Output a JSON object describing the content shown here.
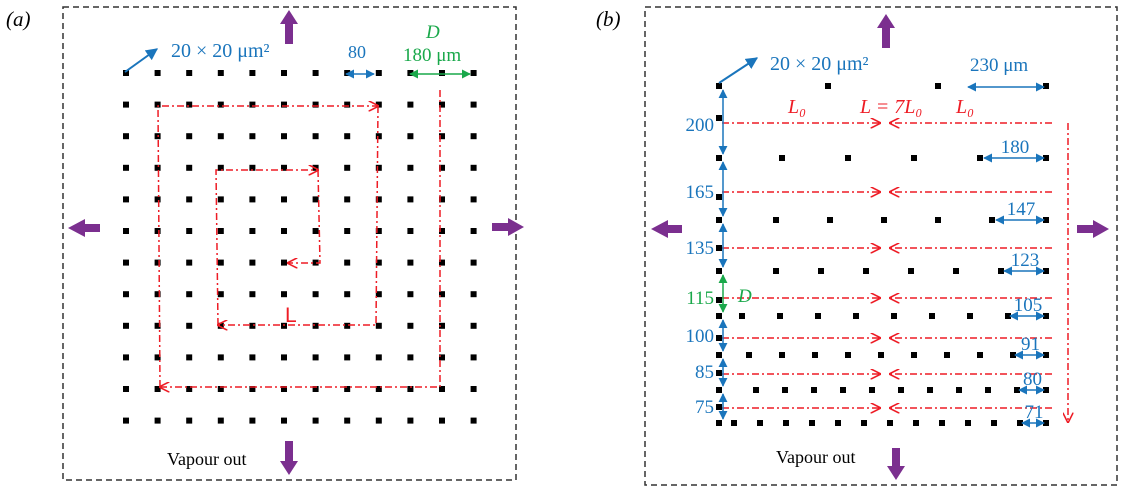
{
  "colors": {
    "pillar": "#000000",
    "blue": "#1a75bc",
    "green": "#19a84a",
    "red": "#ee1c25",
    "purple": "#7b2f8f",
    "border": "#333333"
  },
  "panel_a": {
    "label": "(a)",
    "pillar_size": "20 × 20 μm²",
    "pitch_label": "80",
    "d_symbol": "D",
    "d_value": "180 μm",
    "path_label": "L",
    "vapour_out": "Vapour out"
  },
  "panel_b": {
    "label": "(b)",
    "pillar_size": "20 × 20 μm²",
    "top_gap": "230 μm",
    "l0_left": "L₀",
    "l_total": "L = 7L₀",
    "l0_right": "L₀",
    "d_symbol": "D",
    "vapour_out": "Vapour out",
    "row_gaps": [
      "200",
      "165",
      "135",
      "115",
      "100",
      "85",
      "75"
    ],
    "pitches": [
      "180",
      "147",
      "123",
      "105",
      "91",
      "80",
      "71"
    ]
  }
}
